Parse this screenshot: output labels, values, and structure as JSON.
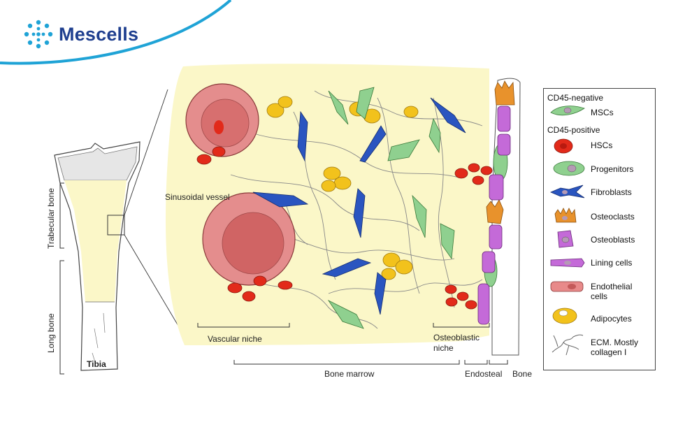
{
  "brand": {
    "name": "Mescells",
    "accent": "#1fa3d6",
    "dark": "#1f3f8f"
  },
  "bone": {
    "trabecular_label": "Trabecular bone",
    "long_label": "Long bone",
    "tibia_label": "Tibia"
  },
  "diagram": {
    "sinusoidal_label": "Sinusoidal vessel",
    "vascular_niche_label": "Vascular niche",
    "osteoblastic_niche_label": "Osteoblastic\nniche",
    "bone_marrow_label": "Bone marrow",
    "endosteal_label": "Endosteal",
    "bone_label": "Bone",
    "marrow_color": "#fbf7c8"
  },
  "legend": {
    "neg_header": "CD45-negative",
    "pos_header": "CD45-positive",
    "items": [
      {
        "key": "msc",
        "label": "MSCs",
        "color": "#8fd08f"
      },
      {
        "key": "hsc",
        "label": "HSCs",
        "color": "#e83020"
      },
      {
        "key": "prog",
        "label": "Progenitors",
        "color": "#8fd08f"
      },
      {
        "key": "fib",
        "label": "Fibroblasts",
        "color": "#2a55c0"
      },
      {
        "key": "ocl",
        "label": "Osteoclasts",
        "color": "#e8922c"
      },
      {
        "key": "obl",
        "label": "Osteoblasts",
        "color": "#c46ad8"
      },
      {
        "key": "lin",
        "label": "Lining cells",
        "color": "#c46ad8"
      },
      {
        "key": "endo",
        "label": "Endothelial\n cells",
        "color": "#e88a8a"
      },
      {
        "key": "adi",
        "label": "Adipocytes",
        "color": "#f2c21c"
      },
      {
        "key": "ecm",
        "label": "ECM. Mostly\ncollagen I",
        "color": "#888888"
      }
    ]
  }
}
